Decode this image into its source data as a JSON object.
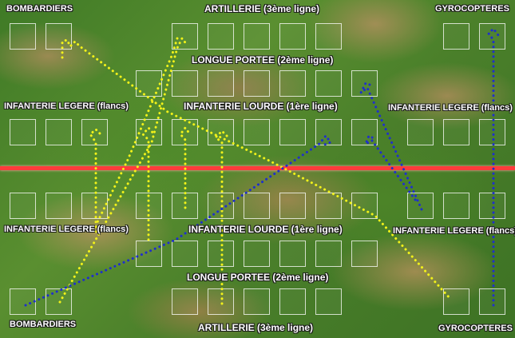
{
  "colors": {
    "divider": "#ff3b3b",
    "allied_route": "#f2f21a",
    "enemy_route": "#1f2fcc",
    "slot_border": "#ffffff"
  },
  "top": {
    "bombardiers": "BOMBARDIERS",
    "artillerie": "ARTILLERIE (3ème ligne)",
    "gyrocopteres": "GYROCOPTERES",
    "longue_portee": "LONGUE PORTEE (2ème ligne)",
    "inf_legere_left": "INFANTERIE LEGERE (flancs)",
    "inf_lourde": "INFANTERIE LOURDE (1ère ligne)",
    "inf_legere_right": "INFANTERIE LEGERE (flancs)"
  },
  "bottom": {
    "inf_legere_left": "INFANTERIE LEGERE (flancs)",
    "inf_lourde": "INFANTERIE LOURDE (1ère ligne)",
    "inf_legere_right": "INFANTERIE LEGERE (flancs)",
    "longue_portee": "LONGUE PORTEE (2ème ligne)",
    "bombardiers": "BOMBARDIERS",
    "artillerie": "ARTILLERIE (3ème ligne)",
    "gyrocopteres": "GYROCOPTERES"
  }
}
